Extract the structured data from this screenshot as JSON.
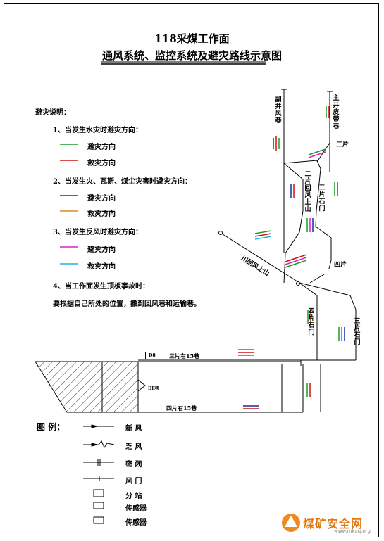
{
  "title": {
    "line1": "118采煤工作面",
    "line2": "通风系统、监控系统及避灾路线示意图"
  },
  "notes": {
    "heading": "避灾说明：",
    "case1": "1、当发生水灾时避灾方向：",
    "case1_items": [
      "避灾方向",
      "救灾方向"
    ],
    "case2": "2、当发生火、瓦斯、煤尘灾害时避灾方向：",
    "case2_items": [
      "避灾方向",
      "救灾方向"
    ],
    "case3": "3、当发生反风时避灾方向：",
    "case3_items": [
      "避灾方向",
      "救灾方向"
    ],
    "case4": "4、当工作面发生顶板事故时：",
    "case4_text": "要根据自己所处的位置，撤到回风巷和运输巷。"
  },
  "map": {
    "fuwell": "副井风巷",
    "mainwell": "主井皮带巷",
    "erpian": "二片",
    "erpian_hui": "二片回风上山",
    "erpian_shimen": "二片石门",
    "hui_up": "川回风上山",
    "sipian": "四片",
    "sipian_shimen": "四片石门",
    "sanpian_shimen": "三片石门",
    "lane1": "三片右15巷",
    "lane2": "四片右15巷",
    "sensor_tag": "D8",
    "side_tag": "DE巷"
  },
  "legend": {
    "heading": "图  例：",
    "items": [
      {
        "label": "新  风"
      },
      {
        "label": "乏  风"
      },
      {
        "label": "密  闭"
      },
      {
        "label": "风  门"
      },
      {
        "label": "分  站"
      },
      {
        "label": "传感器"
      },
      {
        "label": "传感器"
      }
    ]
  },
  "watermark": {
    "text": "煤矿安全网",
    "url": "www.mkaq.org"
  },
  "colors": {
    "green": "#1a9a2a",
    "red": "#d01010",
    "blue": "#1a2aa0",
    "orange": "#d88a20",
    "magenta": "#e020c0",
    "cyan": "#20b0e0"
  }
}
